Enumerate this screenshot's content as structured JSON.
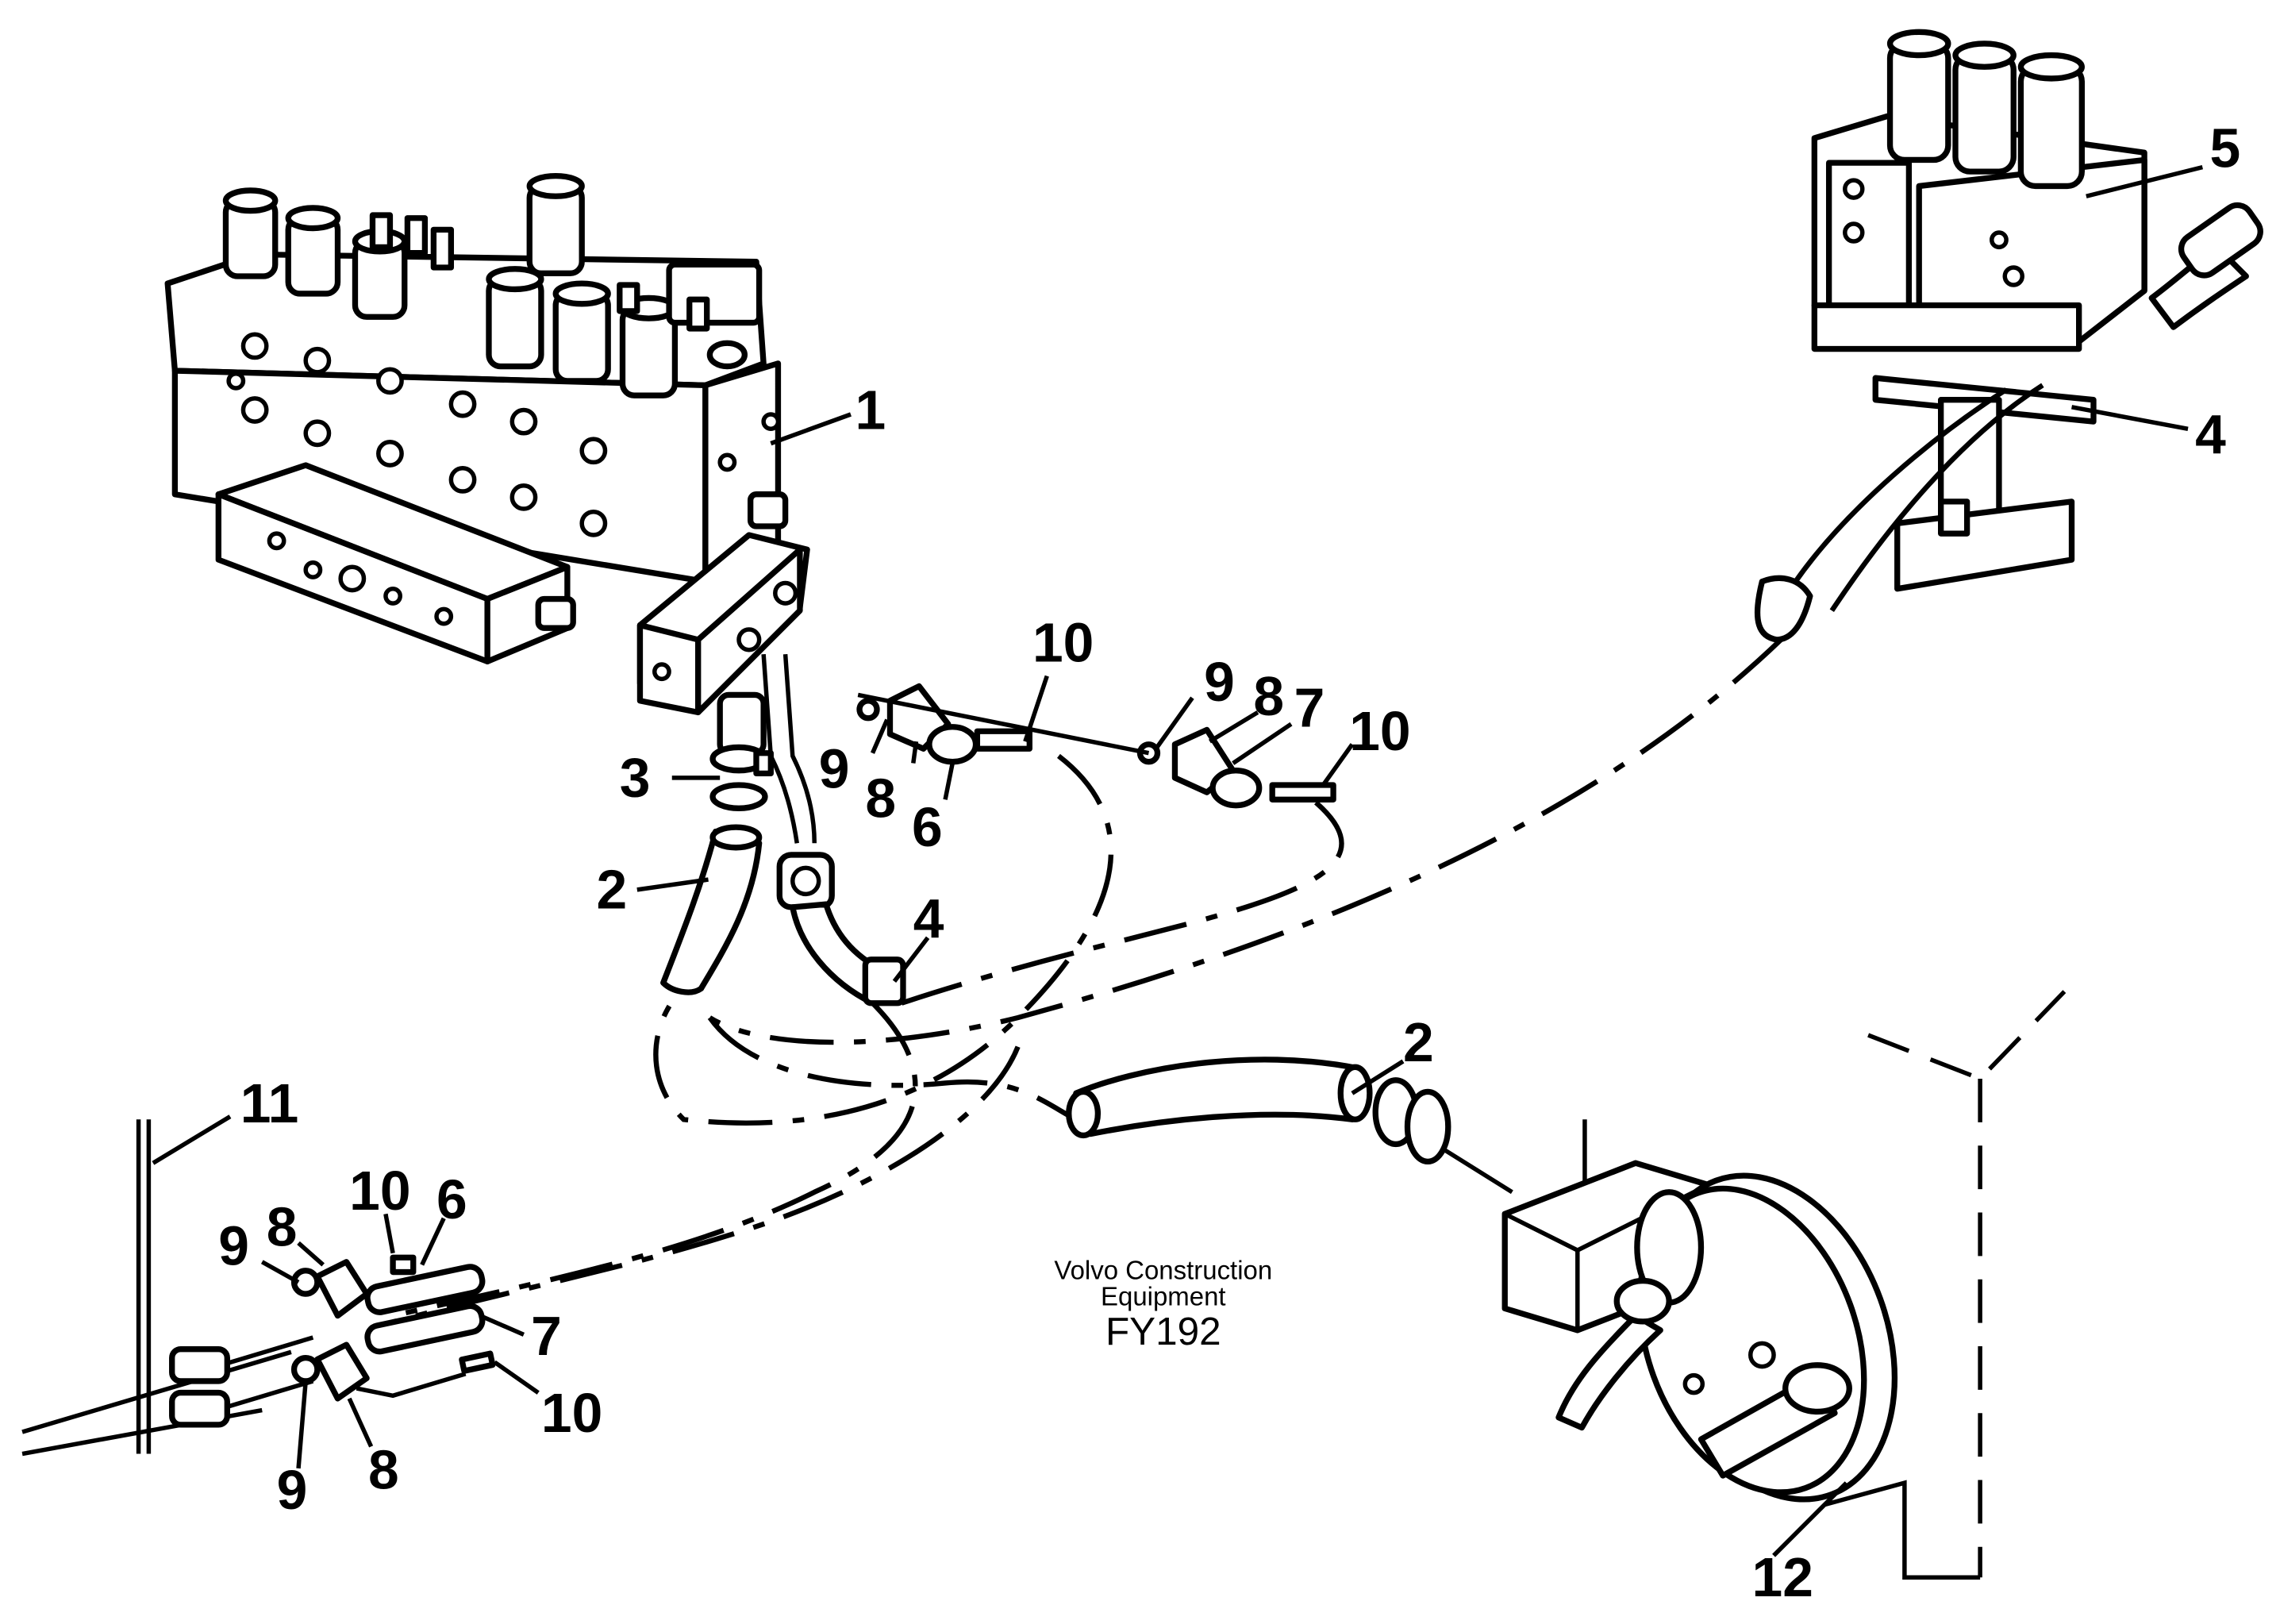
{
  "caption": {
    "line1": "Volvo Construction",
    "line2": "Equipment",
    "code": "FY192"
  },
  "callouts": {
    "c1": "1",
    "c2a": "2",
    "c2b": "2",
    "c3": "3",
    "c4a": "4",
    "c4b": "4",
    "c5": "5",
    "c6a": "6",
    "c6b": "6",
    "c7a": "7",
    "c7b": "7",
    "c8a": "8",
    "c8b": "8",
    "c8c": "8",
    "c8d": "8",
    "c9a": "9",
    "c9b": "9",
    "c9c": "9",
    "c9d": "9",
    "c10a": "10",
    "c10b": "10",
    "c10c": "10",
    "c10d": "10",
    "c11": "11",
    "c12": "12"
  }
}
